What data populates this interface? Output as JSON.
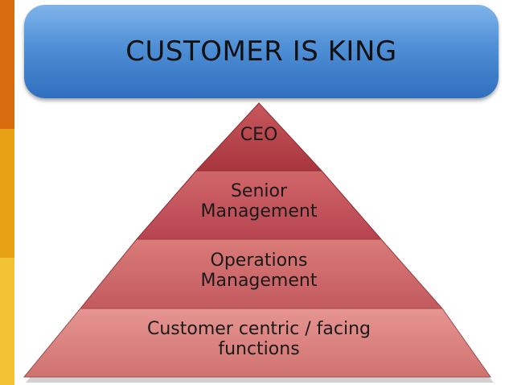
{
  "banner": {
    "title": "CUSTOMER IS KING"
  },
  "pyramid": {
    "tiers": [
      {
        "label_line1": "CEO",
        "label_line2": ""
      },
      {
        "label_line1": "Senior",
        "label_line2": "Management"
      },
      {
        "label_line1": "Operations",
        "label_line2": "Management"
      },
      {
        "label_line1": "Customer centric / facing",
        "label_line2": "functions"
      }
    ]
  },
  "colors": {
    "banner": "#4f8fd6",
    "tier_top": "#b9424a",
    "tier_2": "#c24e55",
    "tier_3": "#cd6365",
    "tier_bottom": "#d9807c",
    "accent_strip": [
      "#d96b0f",
      "#e6a214",
      "#f2c232"
    ]
  }
}
